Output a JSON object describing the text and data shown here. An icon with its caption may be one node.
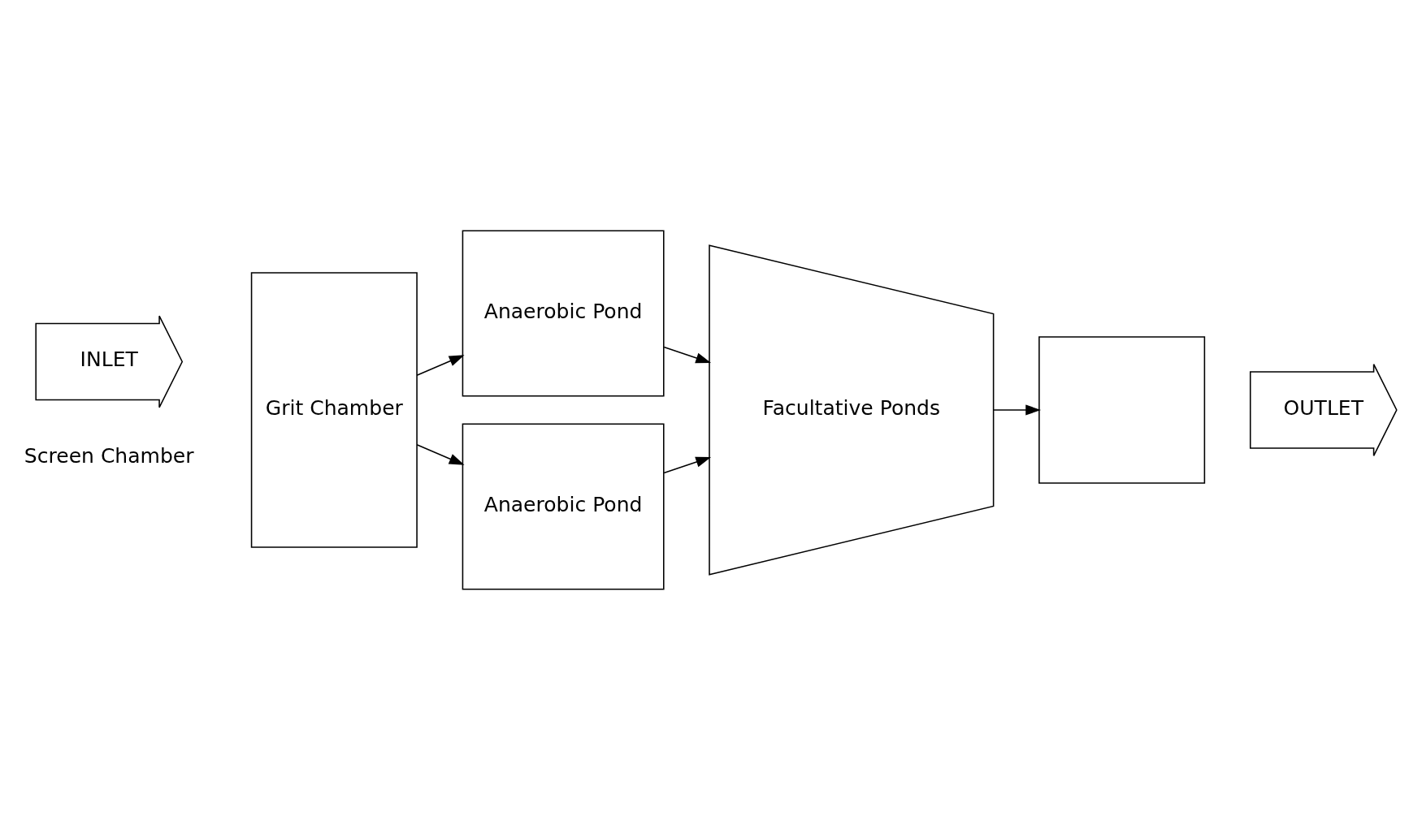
{
  "diagram": {
    "nodes": [
      {
        "text": [
          "INLET"
        ]
      },
      {
        "text": [
          "Grit Chamber"
        ]
      },
      {
        "text": [
          "Anaerobic Pond"
        ]
      },
      {
        "text": [
          "Anaerobic Pond"
        ]
      },
      {
        "text": [
          "Facultative Ponds"
        ]
      },
      {
        "text": [],
        "shape": "box"
      },
      {
        "text": [
          "OUTLET"
        ]
      }
    ],
    "edges": [
      {
        "from": 1,
        "to": 2,
        "arrow": "to"
      },
      {
        "from": 1,
        "to": 3,
        "arrow": "to"
      },
      {
        "from": 2,
        "to": 4,
        "arrow": "to"
      },
      {
        "from": 3,
        "to": 4,
        "arrow": "to"
      },
      {
        "from": 4,
        "to": 5,
        "arrow": "to"
      }
    ],
    "labels": [
      "Screen Chamber"
    ]
  }
}
